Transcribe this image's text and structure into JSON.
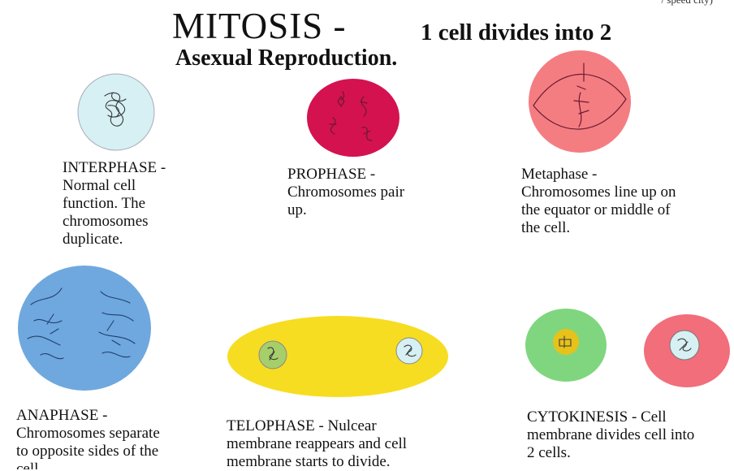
{
  "corner_text": "/ speed city)",
  "title": {
    "main": "MITOSIS -",
    "sub": "1 cell divides into 2",
    "line2": "Asexual Reproduction."
  },
  "stages": {
    "interphase": "INTERPHASE -\nNormal cell\nfunction.  The\nchromosomes\nduplicate.",
    "prophase": "PROPHASE -\nChromosomes pair\nup.",
    "metaphase": "Metaphase -\nChromosomes line up on\nthe equator or middle of\nthe cell.",
    "anaphase": "ANAPHASE -\nChromosomes separate\nto opposite sides of the\ncell.",
    "telophase": "TELOPHASE - Nulcear\nmembrane reappears and cell\nmembrane starts to divide.",
    "cytokinesis": "CYTOKINESIS - Cell\nmembrane divides cell into\n2 cells."
  },
  "colors": {
    "interphase": "#d6f0f4",
    "prophase": "#d4124f",
    "metaphase": "#f47d82",
    "anaphase": "#6fa8de",
    "telophase": "#f7dd21",
    "cytokinesis_left": "#7fd67f",
    "cytokinesis_right": "#f16e7a"
  }
}
